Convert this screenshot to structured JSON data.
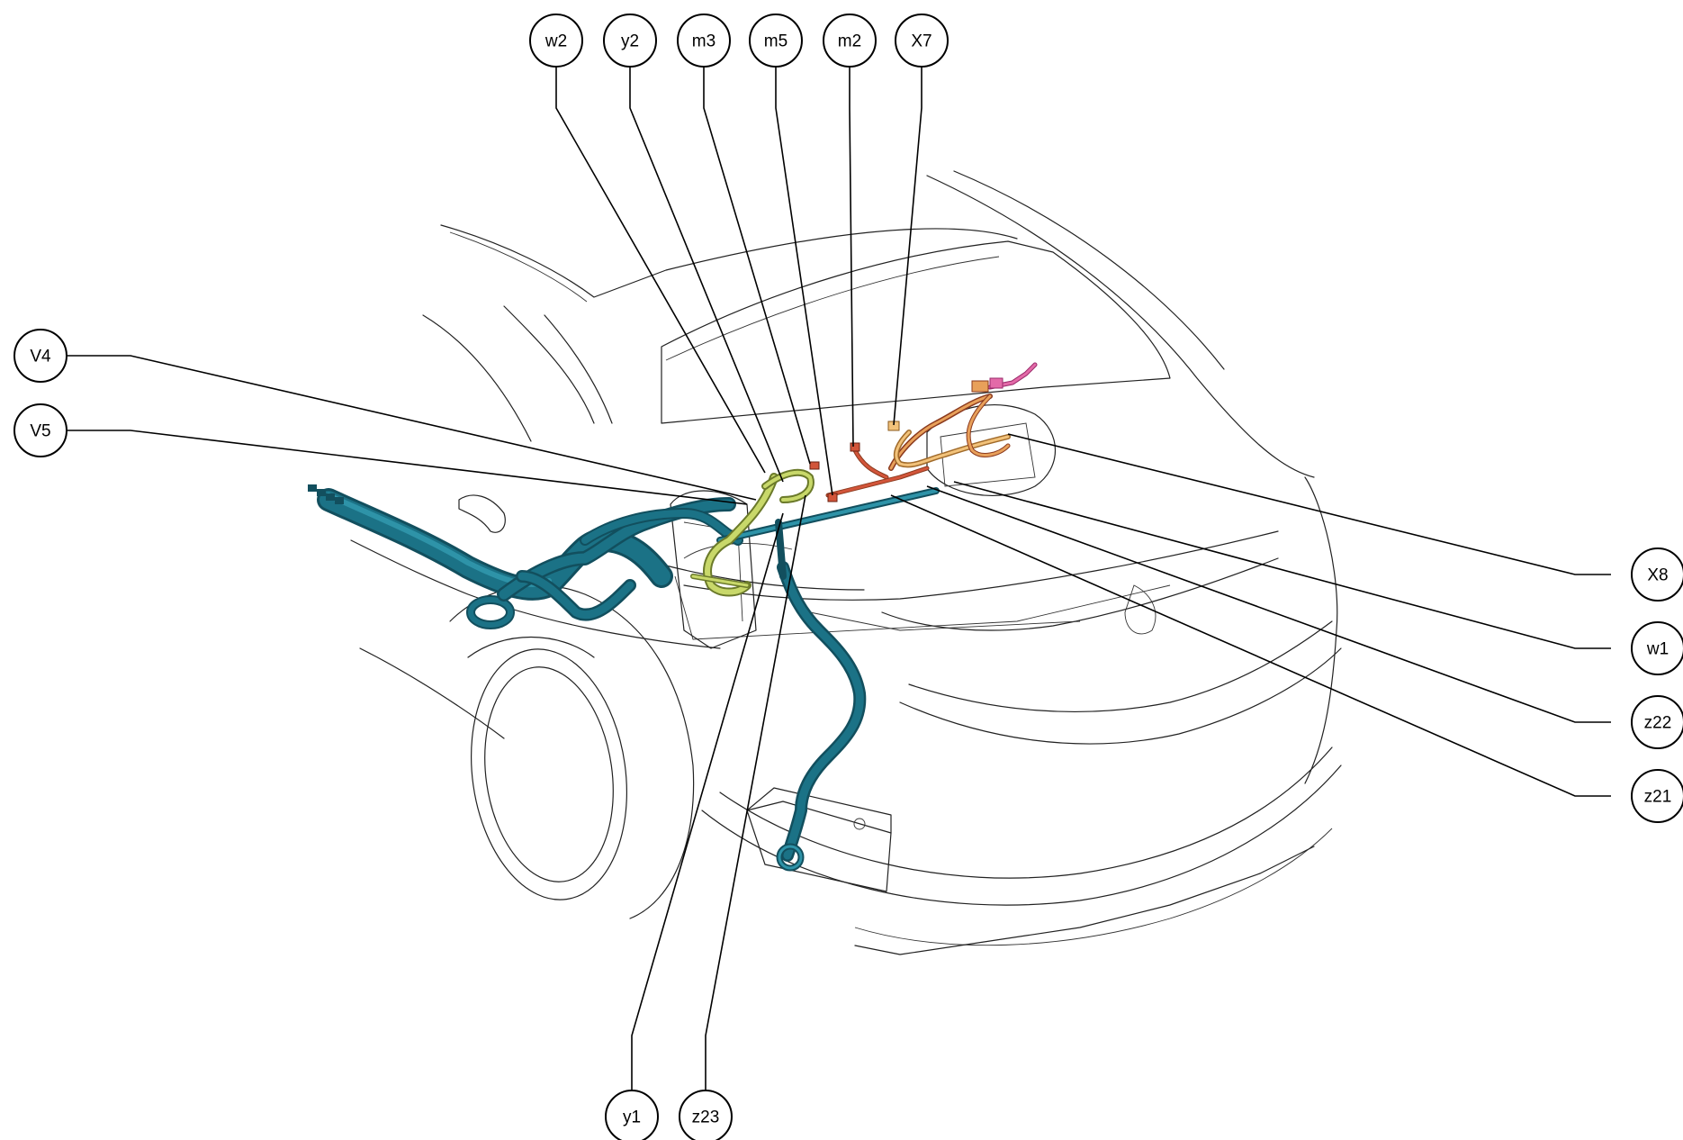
{
  "colors": {
    "harness_teal": "#1b7286",
    "harness_teal_light": "#2e93a8",
    "harness_green": "#c8d86a",
    "harness_orange": "#e8a05a",
    "harness_red": "#d2553a",
    "connector_pink": "#e36aa8",
    "connector_tan": "#f2c27a"
  },
  "callouts": [
    {
      "id": "w2",
      "label": "w2"
    },
    {
      "id": "y2",
      "label": "y2"
    },
    {
      "id": "m3",
      "label": "m3"
    },
    {
      "id": "m5",
      "label": "m5"
    },
    {
      "id": "m2",
      "label": "m2"
    },
    {
      "id": "X7",
      "label": "X7"
    },
    {
      "id": "V4",
      "label": "V4"
    },
    {
      "id": "V5",
      "label": "V5"
    },
    {
      "id": "X8",
      "label": "X8"
    },
    {
      "id": "w1",
      "label": "w1"
    },
    {
      "id": "z22",
      "label": "z22"
    },
    {
      "id": "z21",
      "label": "z21"
    },
    {
      "id": "y1",
      "label": "y1"
    },
    {
      "id": "z23",
      "label": "z23"
    }
  ]
}
